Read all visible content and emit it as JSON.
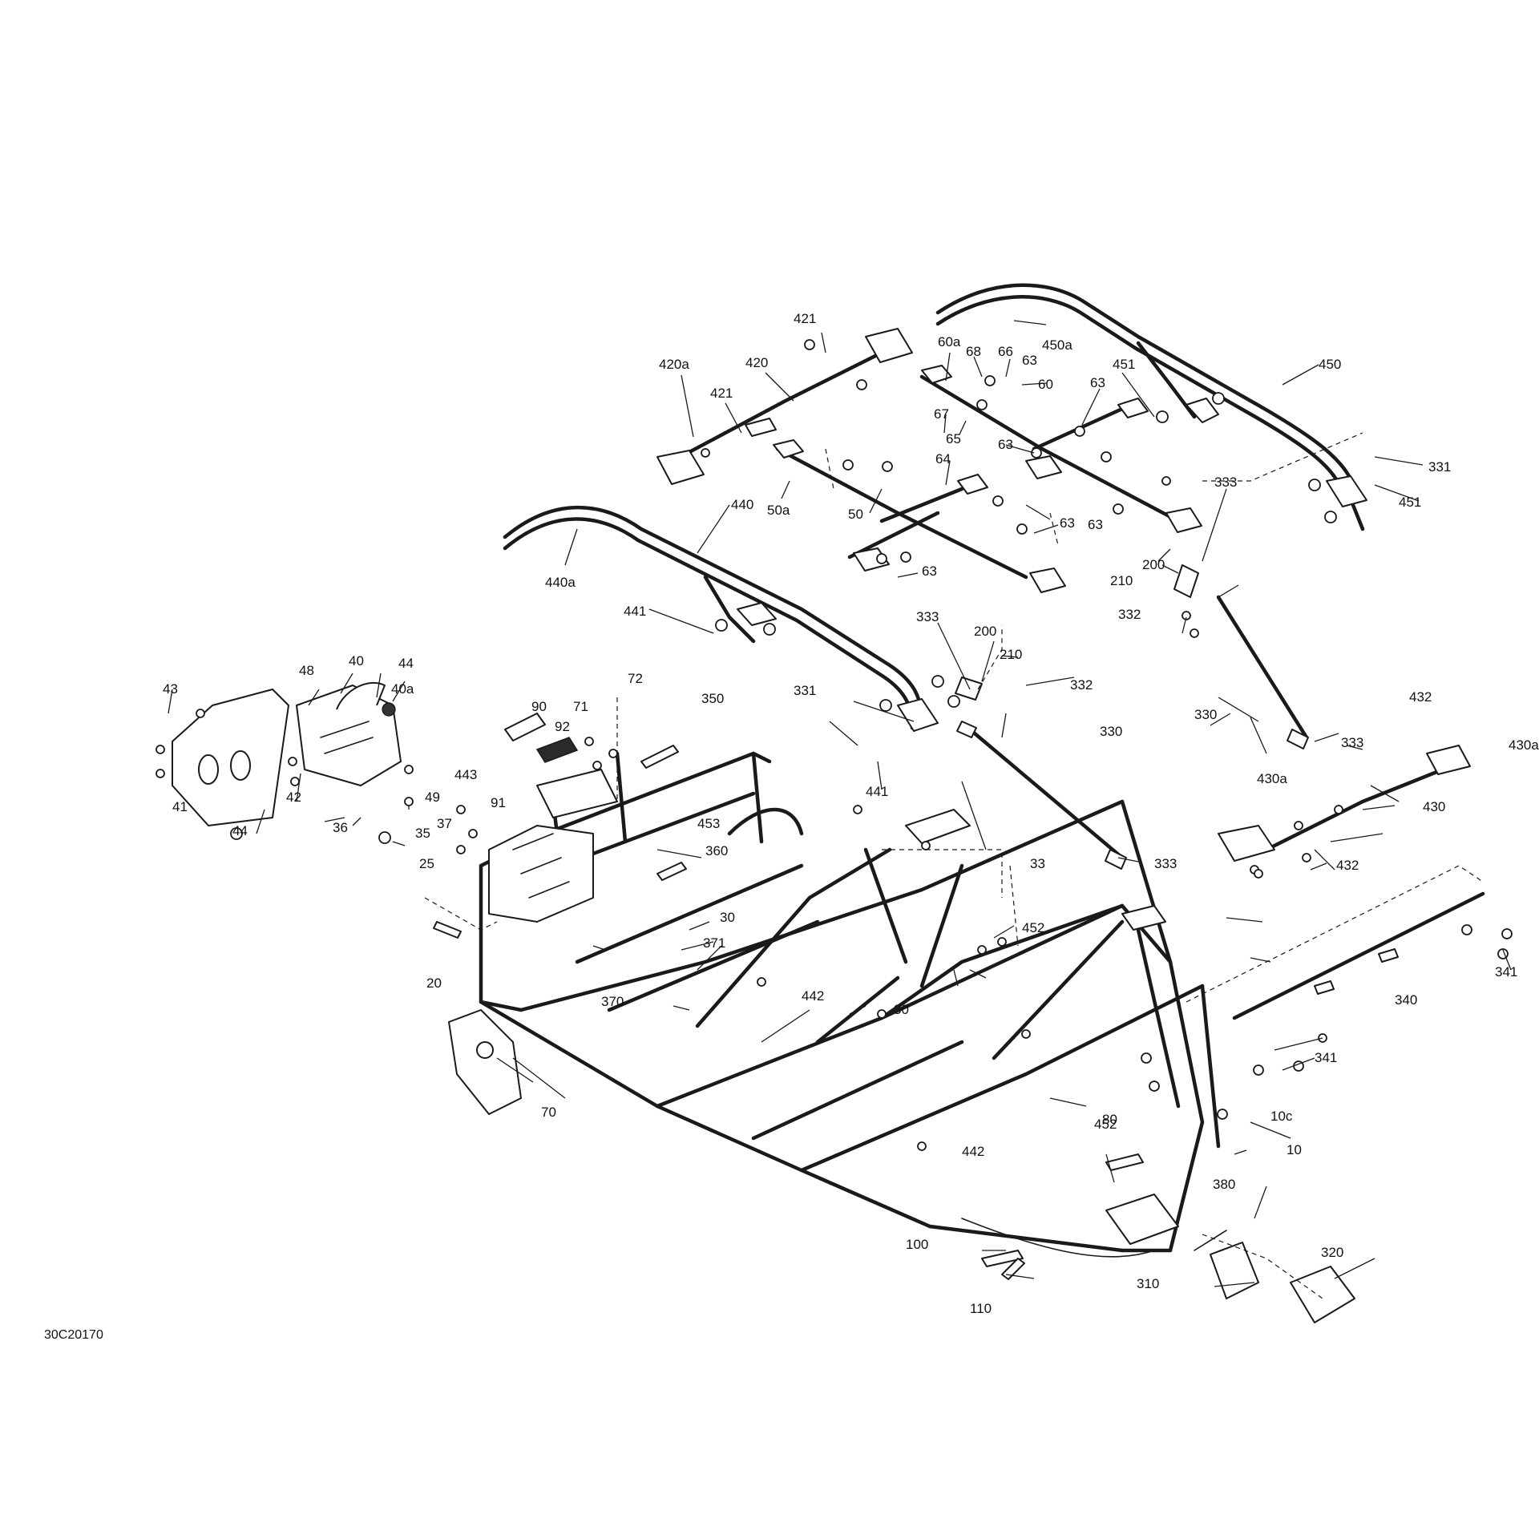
{
  "drawing_number": "30C20170",
  "callouts": [
    {
      "id": "c421a",
      "label": "421"
    },
    {
      "id": "c420a",
      "label": "420a"
    },
    {
      "id": "c420",
      "label": "420"
    },
    {
      "id": "c421b",
      "label": "421"
    },
    {
      "id": "c60a",
      "label": "60a"
    },
    {
      "id": "c68",
      "label": "68"
    },
    {
      "id": "c66",
      "label": "66"
    },
    {
      "id": "c63a",
      "label": "63"
    },
    {
      "id": "c450a",
      "label": "450a"
    },
    {
      "id": "c60",
      "label": "60"
    },
    {
      "id": "c63b",
      "label": "63"
    },
    {
      "id": "c451a",
      "label": "451"
    },
    {
      "id": "c450",
      "label": "450"
    },
    {
      "id": "c67",
      "label": "67"
    },
    {
      "id": "c65",
      "label": "65"
    },
    {
      "id": "c63c",
      "label": "63"
    },
    {
      "id": "c64",
      "label": "64"
    },
    {
      "id": "c331a",
      "label": "331"
    },
    {
      "id": "c451b",
      "label": "451"
    },
    {
      "id": "c333a",
      "label": "333"
    },
    {
      "id": "c50a",
      "label": "50a"
    },
    {
      "id": "c440",
      "label": "440"
    },
    {
      "id": "c50",
      "label": "50"
    },
    {
      "id": "c63d",
      "label": "63"
    },
    {
      "id": "c63e",
      "label": "63"
    },
    {
      "id": "c200a",
      "label": "200"
    },
    {
      "id": "c210a",
      "label": "210"
    },
    {
      "id": "c63f",
      "label": "63"
    },
    {
      "id": "c440a",
      "label": "440a"
    },
    {
      "id": "c332a",
      "label": "332"
    },
    {
      "id": "c441a",
      "label": "441"
    },
    {
      "id": "c333b",
      "label": "333"
    },
    {
      "id": "c200b",
      "label": "200"
    },
    {
      "id": "c210b",
      "label": "210"
    },
    {
      "id": "c72",
      "label": "72"
    },
    {
      "id": "c44a",
      "label": "44"
    },
    {
      "id": "c48",
      "label": "48"
    },
    {
      "id": "c40",
      "label": "40"
    },
    {
      "id": "c40a",
      "label": "40a"
    },
    {
      "id": "c43",
      "label": "43"
    },
    {
      "id": "c350",
      "label": "350"
    },
    {
      "id": "c332b",
      "label": "332"
    },
    {
      "id": "c331b",
      "label": "331"
    },
    {
      "id": "c330a",
      "label": "330"
    },
    {
      "id": "c432a",
      "label": "432"
    },
    {
      "id": "c90",
      "label": "90"
    },
    {
      "id": "c71",
      "label": "71"
    },
    {
      "id": "c330b",
      "label": "330"
    },
    {
      "id": "c333c",
      "label": "333"
    },
    {
      "id": "c430a",
      "label": "430a"
    },
    {
      "id": "c92",
      "label": "92"
    },
    {
      "id": "c441b",
      "label": "441"
    },
    {
      "id": "c49",
      "label": "49"
    },
    {
      "id": "c443",
      "label": "443"
    },
    {
      "id": "c453",
      "label": "453"
    },
    {
      "id": "c430a2",
      "label": "430a"
    },
    {
      "id": "c41",
      "label": "41"
    },
    {
      "id": "c42",
      "label": "42"
    },
    {
      "id": "c37",
      "label": "37"
    },
    {
      "id": "c430",
      "label": "430"
    },
    {
      "id": "c44b",
      "label": "44"
    },
    {
      "id": "c36",
      "label": "36"
    },
    {
      "id": "c35",
      "label": "35"
    },
    {
      "id": "c91",
      "label": "91"
    },
    {
      "id": "c360",
      "label": "360"
    },
    {
      "id": "c25",
      "label": "25"
    },
    {
      "id": "c33",
      "label": "33"
    },
    {
      "id": "c333d",
      "label": "333"
    },
    {
      "id": "c432b",
      "label": "432"
    },
    {
      "id": "c30a",
      "label": "30"
    },
    {
      "id": "c452a",
      "label": "452"
    },
    {
      "id": "c371",
      "label": "371"
    },
    {
      "id": "c20",
      "label": "20"
    },
    {
      "id": "c341a",
      "label": "341"
    },
    {
      "id": "c370",
      "label": "370"
    },
    {
      "id": "c340",
      "label": "340"
    },
    {
      "id": "c442a",
      "label": "442"
    },
    {
      "id": "c30b",
      "label": "30"
    },
    {
      "id": "c341b",
      "label": "341"
    },
    {
      "id": "c70",
      "label": "70"
    },
    {
      "id": "c10c",
      "label": "10c"
    },
    {
      "id": "c452b",
      "label": "452"
    },
    {
      "id": "c80",
      "label": "80"
    },
    {
      "id": "c10",
      "label": "10"
    },
    {
      "id": "c442b",
      "label": "442"
    },
    {
      "id": "c380",
      "label": "380"
    },
    {
      "id": "c100",
      "label": "100"
    },
    {
      "id": "c320",
      "label": "320"
    },
    {
      "id": "c310",
      "label": "310"
    },
    {
      "id": "c110",
      "label": "110"
    }
  ]
}
